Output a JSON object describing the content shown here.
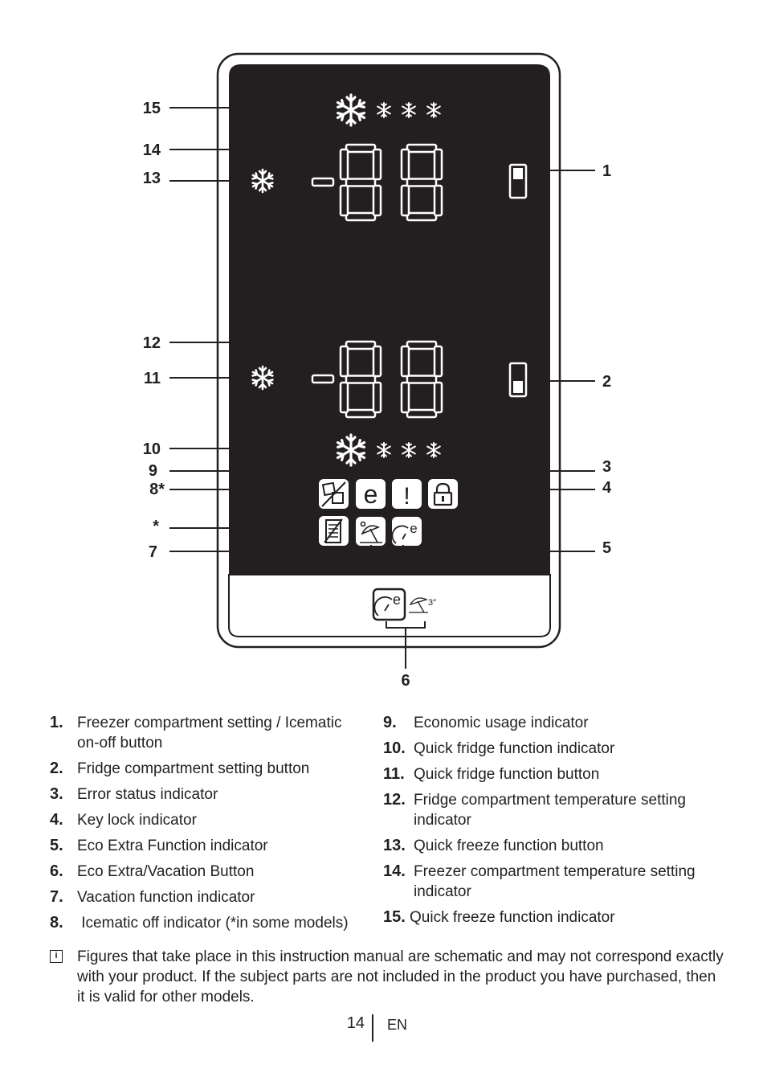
{
  "callouts": {
    "c15": "15",
    "c14": "14",
    "c13": "13",
    "c12": "12",
    "c11": "11",
    "c10": "10",
    "c9": "9",
    "c8": "8*",
    "cstar": "*",
    "c7": "7",
    "c1": "1",
    "c2": "2",
    "c3": "3",
    "c4": "4",
    "c5": "5",
    "c6": "6"
  },
  "panel": {
    "display_digits_top": "-88",
    "display_digits_bottom": "-88",
    "error_symbol": "!",
    "eco_symbol": "e",
    "button_timer_label": "3″"
  },
  "legend": {
    "left": [
      {
        "num": "1.",
        "text": "Freezer compartment setting / Icematic on-off button"
      },
      {
        "num": "2.",
        "text": "Fridge compartment setting button"
      },
      {
        "num": "3.",
        "text": "Error status indicator"
      },
      {
        "num": "4.",
        "text": "Key lock indicator"
      },
      {
        "num": "5.",
        "text": "Eco Extra Function indicator"
      },
      {
        "num": "6.",
        "text": "Eco Extra/Vacation Button"
      },
      {
        "num": "7.",
        "text": "Vacation function indicator"
      },
      {
        "num": "8.",
        "text": " Icematic off indicator (*in some models)"
      }
    ],
    "right": [
      {
        "num": "9.",
        "text": "Economic usage indicator"
      },
      {
        "num": "10.",
        "text": "Quick fridge function indicator"
      },
      {
        "num": "11.",
        "text": "Quick fridge function button"
      },
      {
        "num": "12.",
        "text": "Fridge compartment temperature setting indicator"
      },
      {
        "num": "13.",
        "text": "Quick freeze function button"
      },
      {
        "num": "14.",
        "text": "Freezer compartment temperature setting indicator"
      },
      {
        "num": "15.",
        "text": "Quick freeze function indicator"
      }
    ]
  },
  "note": {
    "icon": "info-icon",
    "text": "Figures that take place in this instruction manual are schematic and may not correspond exactly with your product. If the subject parts are not included in the product you have purchased, then it is valid for other models."
  },
  "footer": {
    "page_number": "14",
    "language": "EN"
  }
}
